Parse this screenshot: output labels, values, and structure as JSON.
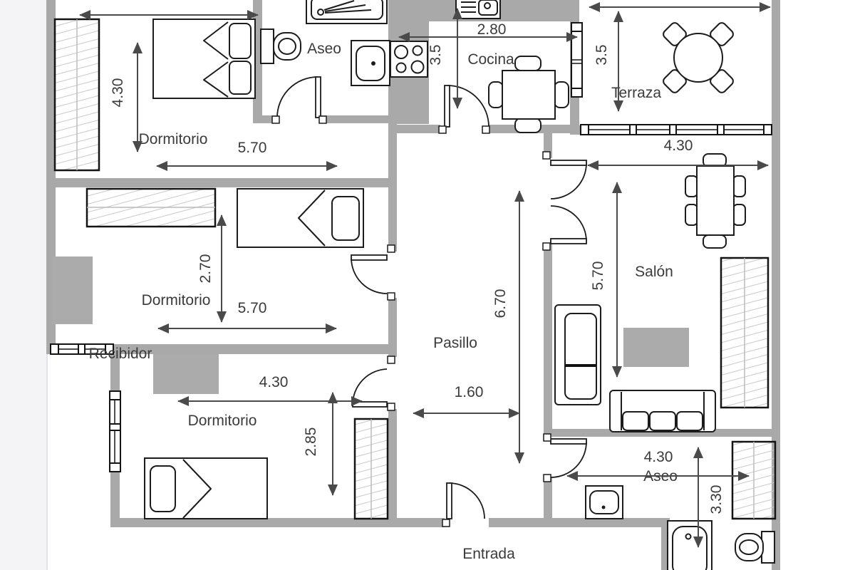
{
  "colors": {
    "wall": "#a9a9a9",
    "furniture_gray": "#ababab",
    "hatch": "#c9c9c9",
    "outline": "#1c1c1c",
    "dimension": "#4a4a4a",
    "label_text": "#3b3b3b",
    "margin_strip": "#f4f4f7",
    "floor": "#ffffff"
  },
  "rooms": {
    "dormitorio_top": {
      "label": "Dormitorio",
      "width": "5.70",
      "height": "4.30"
    },
    "aseo_top": {
      "label": "Aseo"
    },
    "cocina": {
      "label": "Cocina",
      "width": "2.80",
      "height": "3.5"
    },
    "terraza": {
      "label": "Terraza",
      "height": "3.5"
    },
    "dormitorio_mid": {
      "label": "Dormitorio",
      "width": "5.70",
      "height": "2.70"
    },
    "recibidor": {
      "label": "Recibidor"
    },
    "dormitorio_bot": {
      "label": "Dormitorio",
      "width": "4.30",
      "height": "2.85"
    },
    "pasillo": {
      "label": "Pasillo",
      "length": "6.70",
      "width": "1.60"
    },
    "salon": {
      "label": "Salón",
      "width": "4.30",
      "height": "5.70"
    },
    "aseo_bot": {
      "label": "Aseo",
      "width": "4.30",
      "height": "3.30"
    },
    "entrada": {
      "label": "Entrada"
    }
  }
}
